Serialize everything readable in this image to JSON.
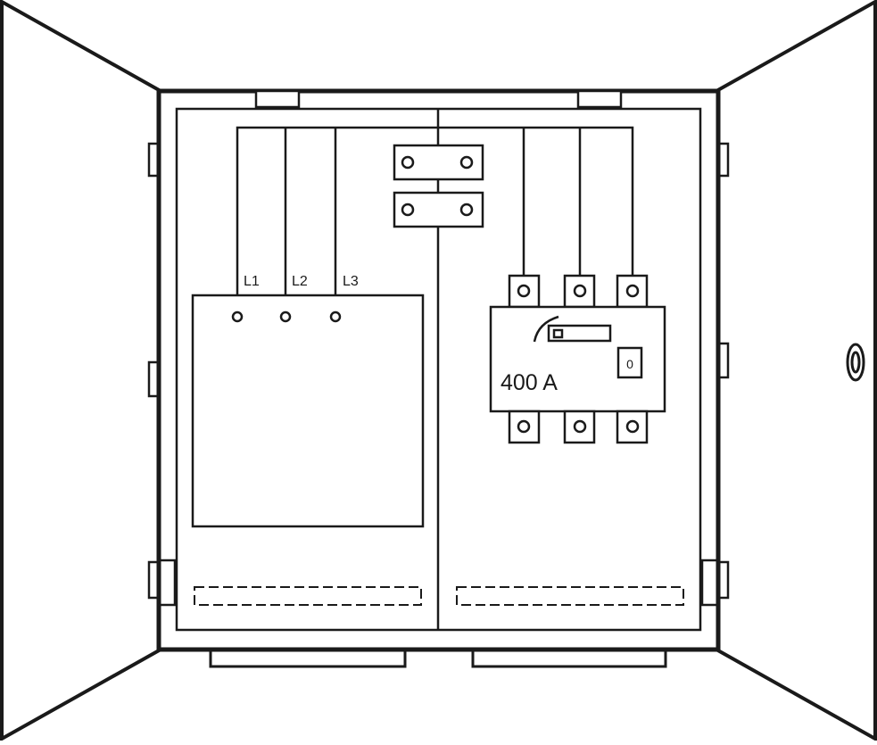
{
  "labels": {
    "l1": "L1",
    "l2": "L2",
    "l3": "L3",
    "rating": "400 A",
    "off_indicator": "0"
  },
  "colors": {
    "line": "#1a1a1a",
    "background": "#ffffff"
  }
}
